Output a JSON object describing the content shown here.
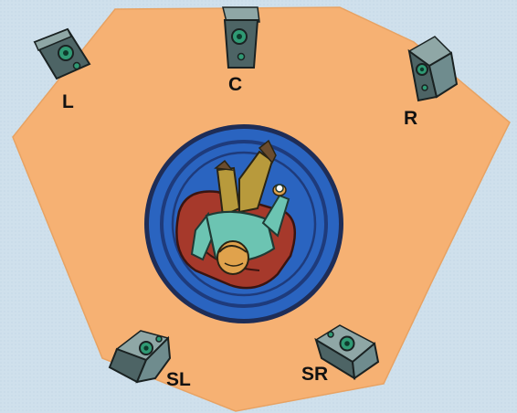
{
  "diagram": {
    "colors": {
      "background": "#cfe0ec",
      "room_floor": "#f6b173",
      "rug_outer": "#1e2d57",
      "rug_fill": "#2a64c0",
      "chair": "#a6392b",
      "listener_shirt": "#6cc4b2",
      "listener_trousers": "#b89a3c",
      "listener_skin": "#e0a24c",
      "speaker_body": "#6f8c8e",
      "speaker_driver": "#2f9a74"
    },
    "speakers": [
      {
        "id": "L",
        "label": "L"
      },
      {
        "id": "C",
        "label": "C"
      },
      {
        "id": "R",
        "label": "R"
      },
      {
        "id": "SL",
        "label": "SL"
      },
      {
        "id": "SR",
        "label": "SR"
      }
    ]
  }
}
